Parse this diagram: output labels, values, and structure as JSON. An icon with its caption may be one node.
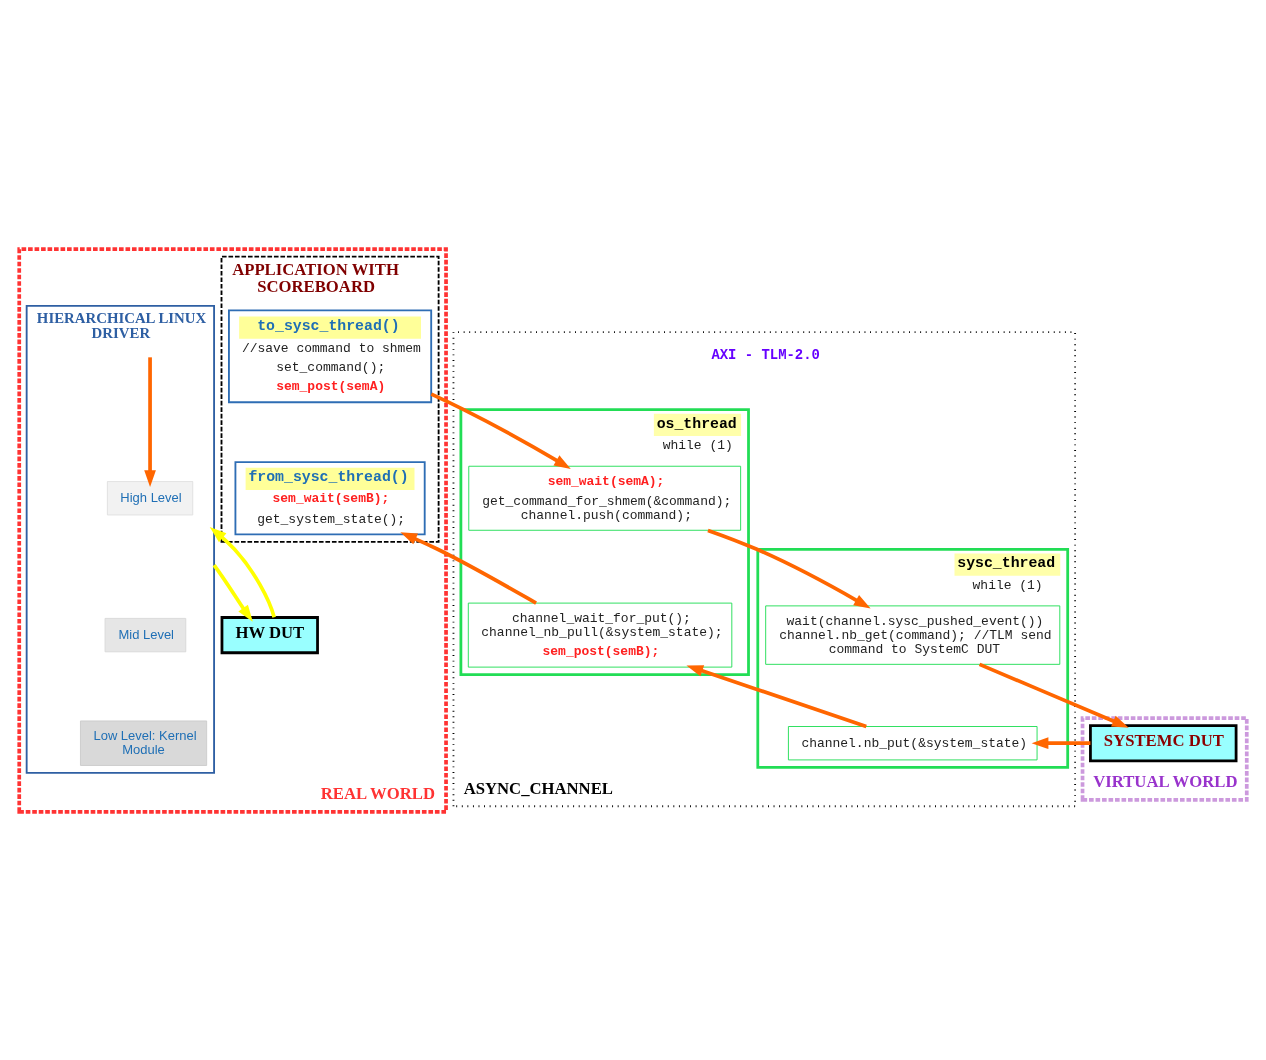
{
  "diagram": {
    "nodes": [
      {
        "text": [
          "REAL WORLD"
        ]
      },
      {
        "text": [
          "APPLICATION WITH SCOREBOARD"
        ],
        "in": 0
      },
      {
        "text": [
          "to_sysc_thread()",
          "//save command to shmem",
          "set_command();",
          "sem_post(semA)"
        ],
        "in": 1
      },
      {
        "text": [
          "from_sysc_thread()",
          "sem_wait(semB);",
          "get_system_state();"
        ],
        "in": 1
      },
      {
        "text": [
          "HIERARCHICAL LINUX DRIVER"
        ],
        "in": 0
      },
      {
        "text": [
          "High Level"
        ],
        "in": 4
      },
      {
        "text": [
          "Mid Level"
        ],
        "in": 4
      },
      {
        "text": [
          "Low Level: Kernel Module"
        ],
        "in": 4
      },
      {
        "text": [
          "HW DUT"
        ],
        "in": 0
      },
      {
        "text": [
          "ASYNC_CHANNEL"
        ]
      },
      {
        "text": [
          "os_thread",
          "while (1)"
        ],
        "in": 9
      },
      {
        "text": [
          "sem_wait(semA);",
          "get_command_for_shmem(&command); channel.push(command);"
        ],
        "in": 10
      },
      {
        "text": [
          "channel_wait_for_put(); channel_nb_pull(&system_state);",
          "sem_post(semB);"
        ],
        "in": 10
      },
      {
        "text": [
          "sysc_thread",
          "while (1)"
        ],
        "in": 9
      },
      {
        "text": [
          "wait(channel.sysc_pushed_event()) channel.nb_get(command); //TLM send command to SystemC DUT"
        ],
        "in": 13
      },
      {
        "text": [
          "channel.nb_put(&system_state)"
        ],
        "in": 13
      },
      {
        "text": [
          "VIRTUAL WORLD"
        ]
      },
      {
        "text": [
          "SYSTEMC DUT"
        ],
        "in": 16
      }
    ],
    "edges": [
      {
        "from": 2,
        "to": 11,
        "arrow": "to"
      },
      {
        "from": 11,
        "to": 14,
        "arrow": "to"
      },
      {
        "from": 14,
        "to": 17,
        "arrow": "to"
      },
      {
        "from": 17,
        "to": 15,
        "arrow": "to"
      },
      {
        "from": 15,
        "to": 12,
        "arrow": "to"
      },
      {
        "from": 12,
        "to": 3,
        "arrow": "to"
      },
      {
        "from": 4,
        "to": 5,
        "arrow": "to"
      },
      {
        "from": 4,
        "to": 8,
        "arrow": "to",
        "color": "#ffff00"
      },
      {
        "from": 8,
        "to": 4,
        "arrow": "to",
        "color": "#ffff00"
      }
    ],
    "labels": [
      "AXI - TLM-2.0"
    ]
  }
}
